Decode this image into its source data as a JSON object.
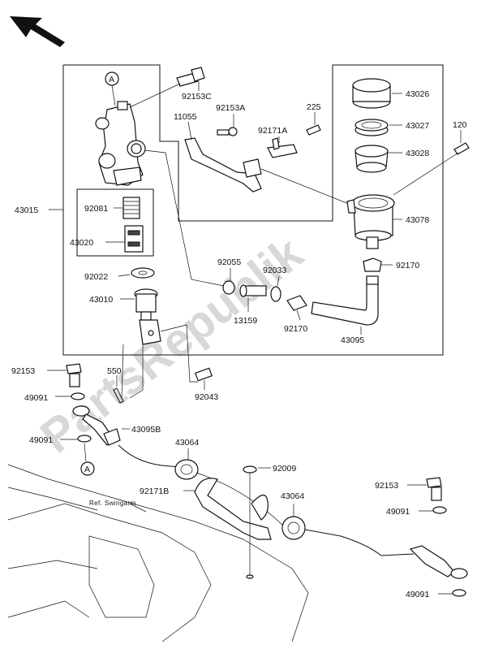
{
  "watermark": "PartsRepublik",
  "reference_label": "Ref. Swingarm",
  "marker_letter": "A",
  "callouts": {
    "p92153C": "92153C",
    "p92153A": "92153A",
    "p11055": "11055",
    "p92171A": "92171A",
    "p225": "225",
    "p120": "120",
    "p43026": "43026",
    "p43027": "43027",
    "p43028": "43028",
    "p43078": "43078",
    "p92170a": "92170",
    "p92170b": "92170",
    "p43015": "43015",
    "p92081": "92081",
    "p43020": "43020",
    "p92022": "92022",
    "p43010": "43010",
    "p92055": "92055",
    "p92033": "92033",
    "p13159": "13159",
    "p43095": "43095",
    "p92153a": "92153",
    "p550": "550",
    "p49091a": "49091",
    "p92043": "92043",
    "p43095B": "43095B",
    "p49091b": "49091",
    "p43064a": "43064",
    "p92009": "92009",
    "p92171B": "92171B",
    "p43064b": "43064",
    "p92153b": "92153",
    "p49091c": "49091",
    "p49091d": "49091"
  }
}
